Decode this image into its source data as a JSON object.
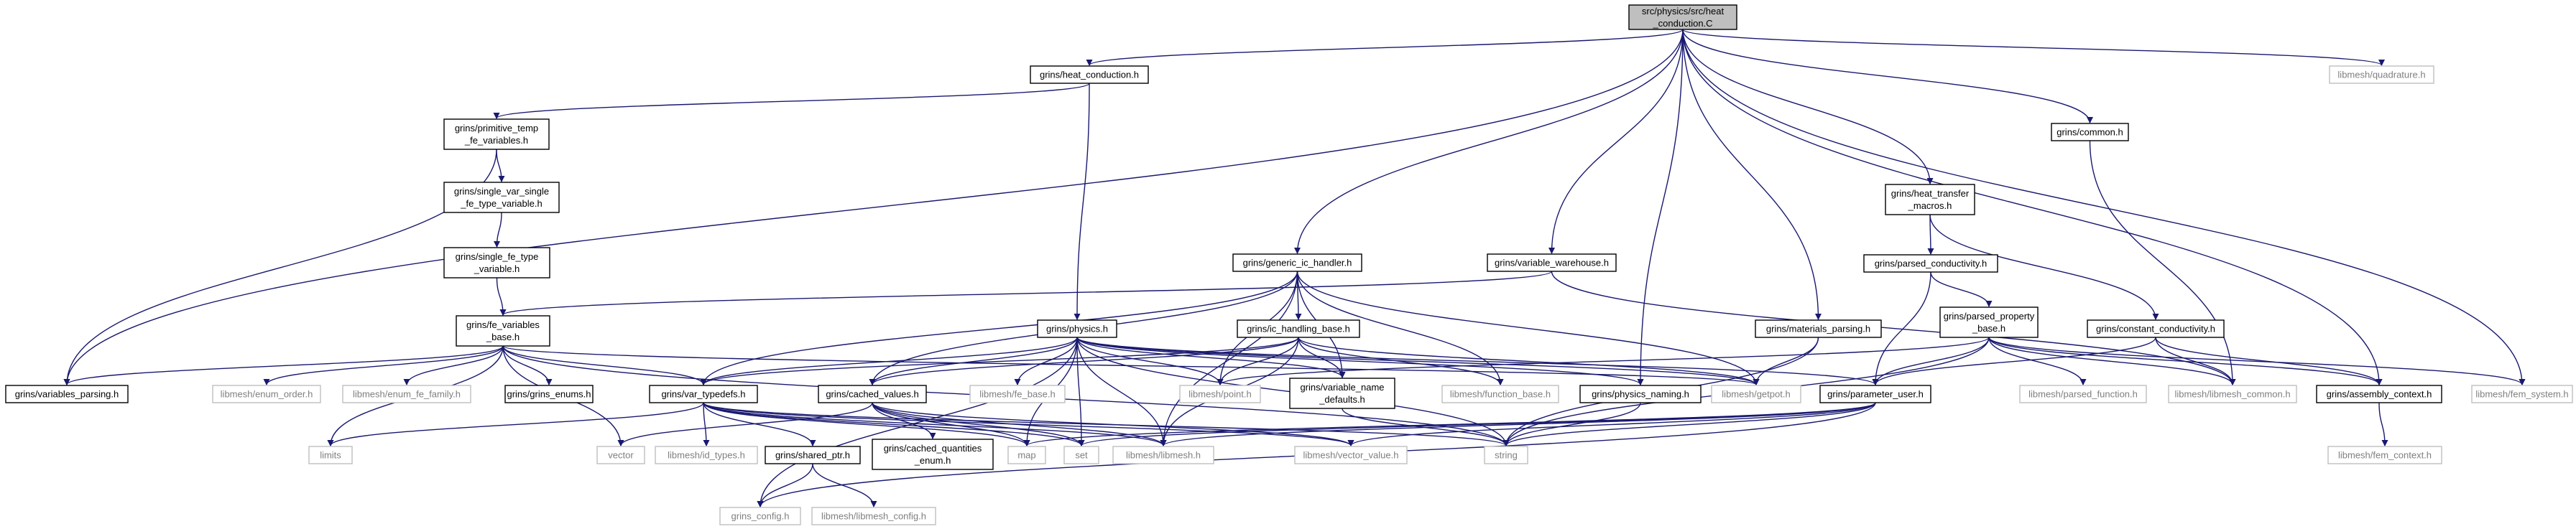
{
  "diagram": {
    "colors": {
      "root_fill": "#bfbfbf",
      "node_fill": "#ffffff",
      "node_border": "#000000",
      "node_text": "#000000",
      "external_border": "#bfbfbf",
      "external_text": "#7f7f7f",
      "edge": "#191970"
    },
    "nodes": [
      {
        "id": "root",
        "lines": [
          "src/physics/src/heat",
          "_conduction.C"
        ],
        "kind": "root"
      },
      {
        "id": "heat_conduction",
        "lines": [
          "grins/heat_conduction.h"
        ],
        "kind": "normal"
      },
      {
        "id": "libmesh_quadrature",
        "lines": [
          "libmesh/quadrature.h"
        ],
        "kind": "external"
      },
      {
        "id": "primitive_temp",
        "lines": [
          "grins/primitive_temp",
          "_fe_variables.h"
        ],
        "kind": "normal"
      },
      {
        "id": "common",
        "lines": [
          "grins/common.h"
        ],
        "kind": "normal"
      },
      {
        "id": "single_var_single",
        "lines": [
          "grins/single_var_single",
          "_fe_type_variable.h"
        ],
        "kind": "normal"
      },
      {
        "id": "heat_transfer_macros",
        "lines": [
          "grins/heat_transfer",
          "_macros.h"
        ],
        "kind": "normal"
      },
      {
        "id": "single_fe_type",
        "lines": [
          "grins/single_fe_type",
          "_variable.h"
        ],
        "kind": "normal"
      },
      {
        "id": "generic_ic_handler",
        "lines": [
          "grins/generic_ic_handler.h"
        ],
        "kind": "normal"
      },
      {
        "id": "variable_warehouse",
        "lines": [
          "grins/variable_warehouse.h"
        ],
        "kind": "normal"
      },
      {
        "id": "parsed_conductivity",
        "lines": [
          "grins/parsed_conductivity.h"
        ],
        "kind": "normal"
      },
      {
        "id": "fe_variables_base",
        "lines": [
          "grins/fe_variables",
          "_base.h"
        ],
        "kind": "normal"
      },
      {
        "id": "physics",
        "lines": [
          "grins/physics.h"
        ],
        "kind": "normal"
      },
      {
        "id": "ic_handling_base",
        "lines": [
          "grins/ic_handling_base.h"
        ],
        "kind": "normal"
      },
      {
        "id": "materials_parsing",
        "lines": [
          "grins/materials_parsing.h"
        ],
        "kind": "normal"
      },
      {
        "id": "parsed_property_base",
        "lines": [
          "grins/parsed_property",
          "_base.h"
        ],
        "kind": "normal"
      },
      {
        "id": "constant_conductivity",
        "lines": [
          "grins/constant_conductivity.h"
        ],
        "kind": "normal"
      },
      {
        "id": "variables_parsing",
        "lines": [
          "grins/variables_parsing.h"
        ],
        "kind": "normal"
      },
      {
        "id": "libmesh_enum_order",
        "lines": [
          "libmesh/enum_order.h"
        ],
        "kind": "external"
      },
      {
        "id": "libmesh_enum_fe_family",
        "lines": [
          "libmesh/enum_fe_family.h"
        ],
        "kind": "external"
      },
      {
        "id": "grins_enums",
        "lines": [
          "grins/grins_enums.h"
        ],
        "kind": "normal"
      },
      {
        "id": "var_typedefs",
        "lines": [
          "grins/var_typedefs.h"
        ],
        "kind": "normal"
      },
      {
        "id": "cached_values",
        "lines": [
          "grins/cached_values.h"
        ],
        "kind": "normal"
      },
      {
        "id": "libmesh_fe_base",
        "lines": [
          "libmesh/fe_base.h"
        ],
        "kind": "external"
      },
      {
        "id": "libmesh_point",
        "lines": [
          "libmesh/point.h"
        ],
        "kind": "external"
      },
      {
        "id": "variable_name_defaults",
        "lines": [
          "grins/variable_name",
          "_defaults.h"
        ],
        "kind": "normal"
      },
      {
        "id": "libmesh_function_base",
        "lines": [
          "libmesh/function_base.h"
        ],
        "kind": "external"
      },
      {
        "id": "physics_naming",
        "lines": [
          "grins/physics_naming.h"
        ],
        "kind": "normal"
      },
      {
        "id": "libmesh_getpot",
        "lines": [
          "libmesh/getpot.h"
        ],
        "kind": "external"
      },
      {
        "id": "parameter_user",
        "lines": [
          "grins/parameter_user.h"
        ],
        "kind": "normal"
      },
      {
        "id": "libmesh_parsed_function",
        "lines": [
          "libmesh/parsed_function.h"
        ],
        "kind": "external"
      },
      {
        "id": "libmesh_libmesh_common",
        "lines": [
          "libmesh/libmesh_common.h"
        ],
        "kind": "external"
      },
      {
        "id": "assembly_context",
        "lines": [
          "grins/assembly_context.h"
        ],
        "kind": "normal"
      },
      {
        "id": "libmesh_fem_system",
        "lines": [
          "libmesh/fem_system.h"
        ],
        "kind": "external"
      },
      {
        "id": "limits",
        "lines": [
          "limits"
        ],
        "kind": "external"
      },
      {
        "id": "vector",
        "lines": [
          "vector"
        ],
        "kind": "external"
      },
      {
        "id": "libmesh_id_types",
        "lines": [
          "libmesh/id_types.h"
        ],
        "kind": "external"
      },
      {
        "id": "shared_ptr",
        "lines": [
          "grins/shared_ptr.h"
        ],
        "kind": "normal"
      },
      {
        "id": "cached_quantities_enum",
        "lines": [
          "grins/cached_quantities",
          "_enum.h"
        ],
        "kind": "normal"
      },
      {
        "id": "map",
        "lines": [
          "map"
        ],
        "kind": "external"
      },
      {
        "id": "set",
        "lines": [
          "set"
        ],
        "kind": "external"
      },
      {
        "id": "libmesh_libmesh",
        "lines": [
          "libmesh/libmesh.h"
        ],
        "kind": "external"
      },
      {
        "id": "libmesh_vector_value",
        "lines": [
          "libmesh/vector_value.h"
        ],
        "kind": "external"
      },
      {
        "id": "string",
        "lines": [
          "string"
        ],
        "kind": "external"
      },
      {
        "id": "libmesh_fem_context",
        "lines": [
          "libmesh/fem_context.h"
        ],
        "kind": "external"
      },
      {
        "id": "grins_config",
        "lines": [
          "grins_config.h"
        ],
        "kind": "external"
      },
      {
        "id": "libmesh_libmesh_config",
        "lines": [
          "libmesh/libmesh_config.h"
        ],
        "kind": "external"
      }
    ],
    "edges": [
      [
        "root",
        "heat_conduction"
      ],
      [
        "root",
        "libmesh_quadrature"
      ],
      [
        "root",
        "variables_parsing"
      ],
      [
        "root",
        "generic_ic_handler"
      ],
      [
        "root",
        "variable_warehouse"
      ],
      [
        "root",
        "materials_parsing"
      ],
      [
        "root",
        "heat_transfer_macros"
      ],
      [
        "root",
        "common"
      ],
      [
        "root",
        "physics_naming"
      ],
      [
        "root",
        "assembly_context"
      ],
      [
        "root",
        "libmesh_fem_system"
      ],
      [
        "heat_conduction",
        "primitive_temp"
      ],
      [
        "heat_conduction",
        "physics"
      ],
      [
        "primitive_temp",
        "single_var_single"
      ],
      [
        "primitive_temp",
        "variables_parsing"
      ],
      [
        "single_var_single",
        "single_fe_type"
      ],
      [
        "single_fe_type",
        "fe_variables_base"
      ],
      [
        "fe_variables_base",
        "variables_parsing"
      ],
      [
        "fe_variables_base",
        "libmesh_enum_order"
      ],
      [
        "fe_variables_base",
        "libmesh_enum_fe_family"
      ],
      [
        "fe_variables_base",
        "grins_enums"
      ],
      [
        "fe_variables_base",
        "var_typedefs"
      ],
      [
        "fe_variables_base",
        "limits"
      ],
      [
        "fe_variables_base",
        "vector"
      ],
      [
        "fe_variables_base",
        "string"
      ],
      [
        "fe_variables_base",
        "libmesh_getpot"
      ],
      [
        "common",
        "libmesh_libmesh_common"
      ],
      [
        "heat_transfer_macros",
        "parsed_conductivity"
      ],
      [
        "heat_transfer_macros",
        "constant_conductivity"
      ],
      [
        "parsed_conductivity",
        "parsed_property_base"
      ],
      [
        "parsed_conductivity",
        "parameter_user"
      ],
      [
        "generic_ic_handler",
        "ic_handling_base"
      ],
      [
        "generic_ic_handler",
        "var_typedefs"
      ],
      [
        "generic_ic_handler",
        "cached_values"
      ],
      [
        "generic_ic_handler",
        "libmesh_point"
      ],
      [
        "generic_ic_handler",
        "variable_name_defaults"
      ],
      [
        "generic_ic_handler",
        "libmesh_function_base"
      ],
      [
        "generic_ic_handler",
        "libmesh_getpot"
      ],
      [
        "generic_ic_handler",
        "libmesh_libmesh"
      ],
      [
        "variable_warehouse",
        "fe_variables_base"
      ],
      [
        "variable_warehouse",
        "libmesh_libmesh_common"
      ],
      [
        "physics",
        "var_typedefs"
      ],
      [
        "physics",
        "cached_values"
      ],
      [
        "physics",
        "libmesh_fe_base"
      ],
      [
        "physics",
        "libmesh_point"
      ],
      [
        "physics",
        "variable_name_defaults"
      ],
      [
        "physics",
        "physics_naming"
      ],
      [
        "physics",
        "libmesh_getpot"
      ],
      [
        "physics",
        "parameter_user"
      ],
      [
        "physics",
        "grins_config"
      ],
      [
        "physics",
        "libmesh_libmesh"
      ],
      [
        "physics",
        "map"
      ],
      [
        "physics",
        "set"
      ],
      [
        "physics",
        "string"
      ],
      [
        "ic_handling_base",
        "var_typedefs"
      ],
      [
        "ic_handling_base",
        "cached_values"
      ],
      [
        "ic_handling_base",
        "libmesh_point"
      ],
      [
        "ic_handling_base",
        "variable_name_defaults"
      ],
      [
        "ic_handling_base",
        "libmesh_function_base"
      ],
      [
        "ic_handling_base",
        "libmesh_getpot"
      ],
      [
        "ic_handling_base",
        "libmesh_libmesh"
      ],
      [
        "materials_parsing",
        "libmesh_getpot"
      ],
      [
        "materials_parsing",
        "string"
      ],
      [
        "parsed_property_base",
        "parameter_user"
      ],
      [
        "parsed_property_base",
        "libmesh_parsed_function"
      ],
      [
        "parsed_property_base",
        "libmesh_libmesh_common"
      ],
      [
        "parsed_property_base",
        "assembly_context"
      ],
      [
        "parsed_property_base",
        "libmesh_point"
      ],
      [
        "parsed_property_base",
        "libmesh_fem_system"
      ],
      [
        "parsed_property_base",
        "string"
      ],
      [
        "constant_conductivity",
        "assembly_context"
      ],
      [
        "constant_conductivity",
        "libmesh_libmesh_common"
      ],
      [
        "constant_conductivity",
        "parameter_user"
      ],
      [
        "var_typedefs",
        "limits"
      ],
      [
        "var_typedefs",
        "libmesh_id_types"
      ],
      [
        "var_typedefs",
        "shared_ptr"
      ],
      [
        "var_typedefs",
        "map"
      ],
      [
        "var_typedefs",
        "set"
      ],
      [
        "var_typedefs",
        "libmesh_libmesh"
      ],
      [
        "var_typedefs",
        "string"
      ],
      [
        "var_typedefs",
        "libmesh_vector_value"
      ],
      [
        "cached_values",
        "vector"
      ],
      [
        "cached_values",
        "cached_quantities_enum"
      ],
      [
        "cached_values",
        "map"
      ],
      [
        "cached_values",
        "set"
      ],
      [
        "cached_values",
        "libmesh_libmesh"
      ],
      [
        "cached_values",
        "libmesh_vector_value"
      ],
      [
        "variable_name_defaults",
        "string"
      ],
      [
        "physics_naming",
        "string"
      ],
      [
        "parameter_user",
        "libmesh_libmesh"
      ],
      [
        "parameter_user",
        "libmesh_vector_value"
      ],
      [
        "parameter_user",
        "map"
      ],
      [
        "parameter_user",
        "set"
      ],
      [
        "parameter_user",
        "string"
      ],
      [
        "parameter_user",
        "grins_config"
      ],
      [
        "assembly_context",
        "libmesh_fem_context"
      ],
      [
        "shared_ptr",
        "grins_config"
      ],
      [
        "shared_ptr",
        "libmesh_libmesh_config"
      ]
    ]
  }
}
